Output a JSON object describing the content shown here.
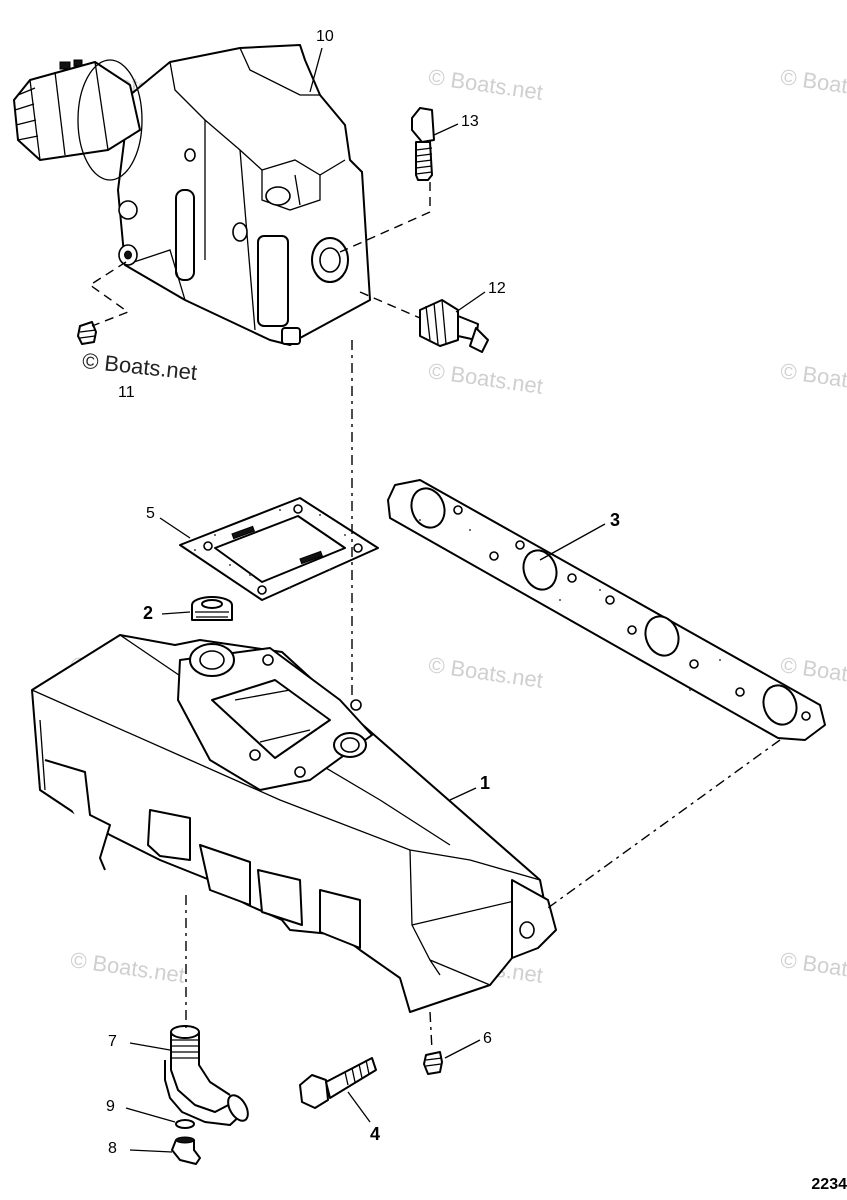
{
  "diagram": {
    "watermark_text": "© Boats.net",
    "figure_number": "2234",
    "callouts": [
      {
        "id": "c1",
        "label": "1"
      },
      {
        "id": "c2",
        "label": "2"
      },
      {
        "id": "c3",
        "label": "3"
      },
      {
        "id": "c4",
        "label": "4"
      },
      {
        "id": "c5",
        "label": "5"
      },
      {
        "id": "c6",
        "label": "6"
      },
      {
        "id": "c7",
        "label": "7"
      },
      {
        "id": "c8",
        "label": "8"
      },
      {
        "id": "c9",
        "label": "9"
      },
      {
        "id": "c10",
        "label": "10"
      },
      {
        "id": "c11",
        "label": "11"
      },
      {
        "id": "c12",
        "label": "12"
      },
      {
        "id": "c13",
        "label": "13"
      }
    ]
  },
  "colors": {
    "ink": "#000000",
    "watermark": "#cfcfcf",
    "background": "#ffffff"
  }
}
